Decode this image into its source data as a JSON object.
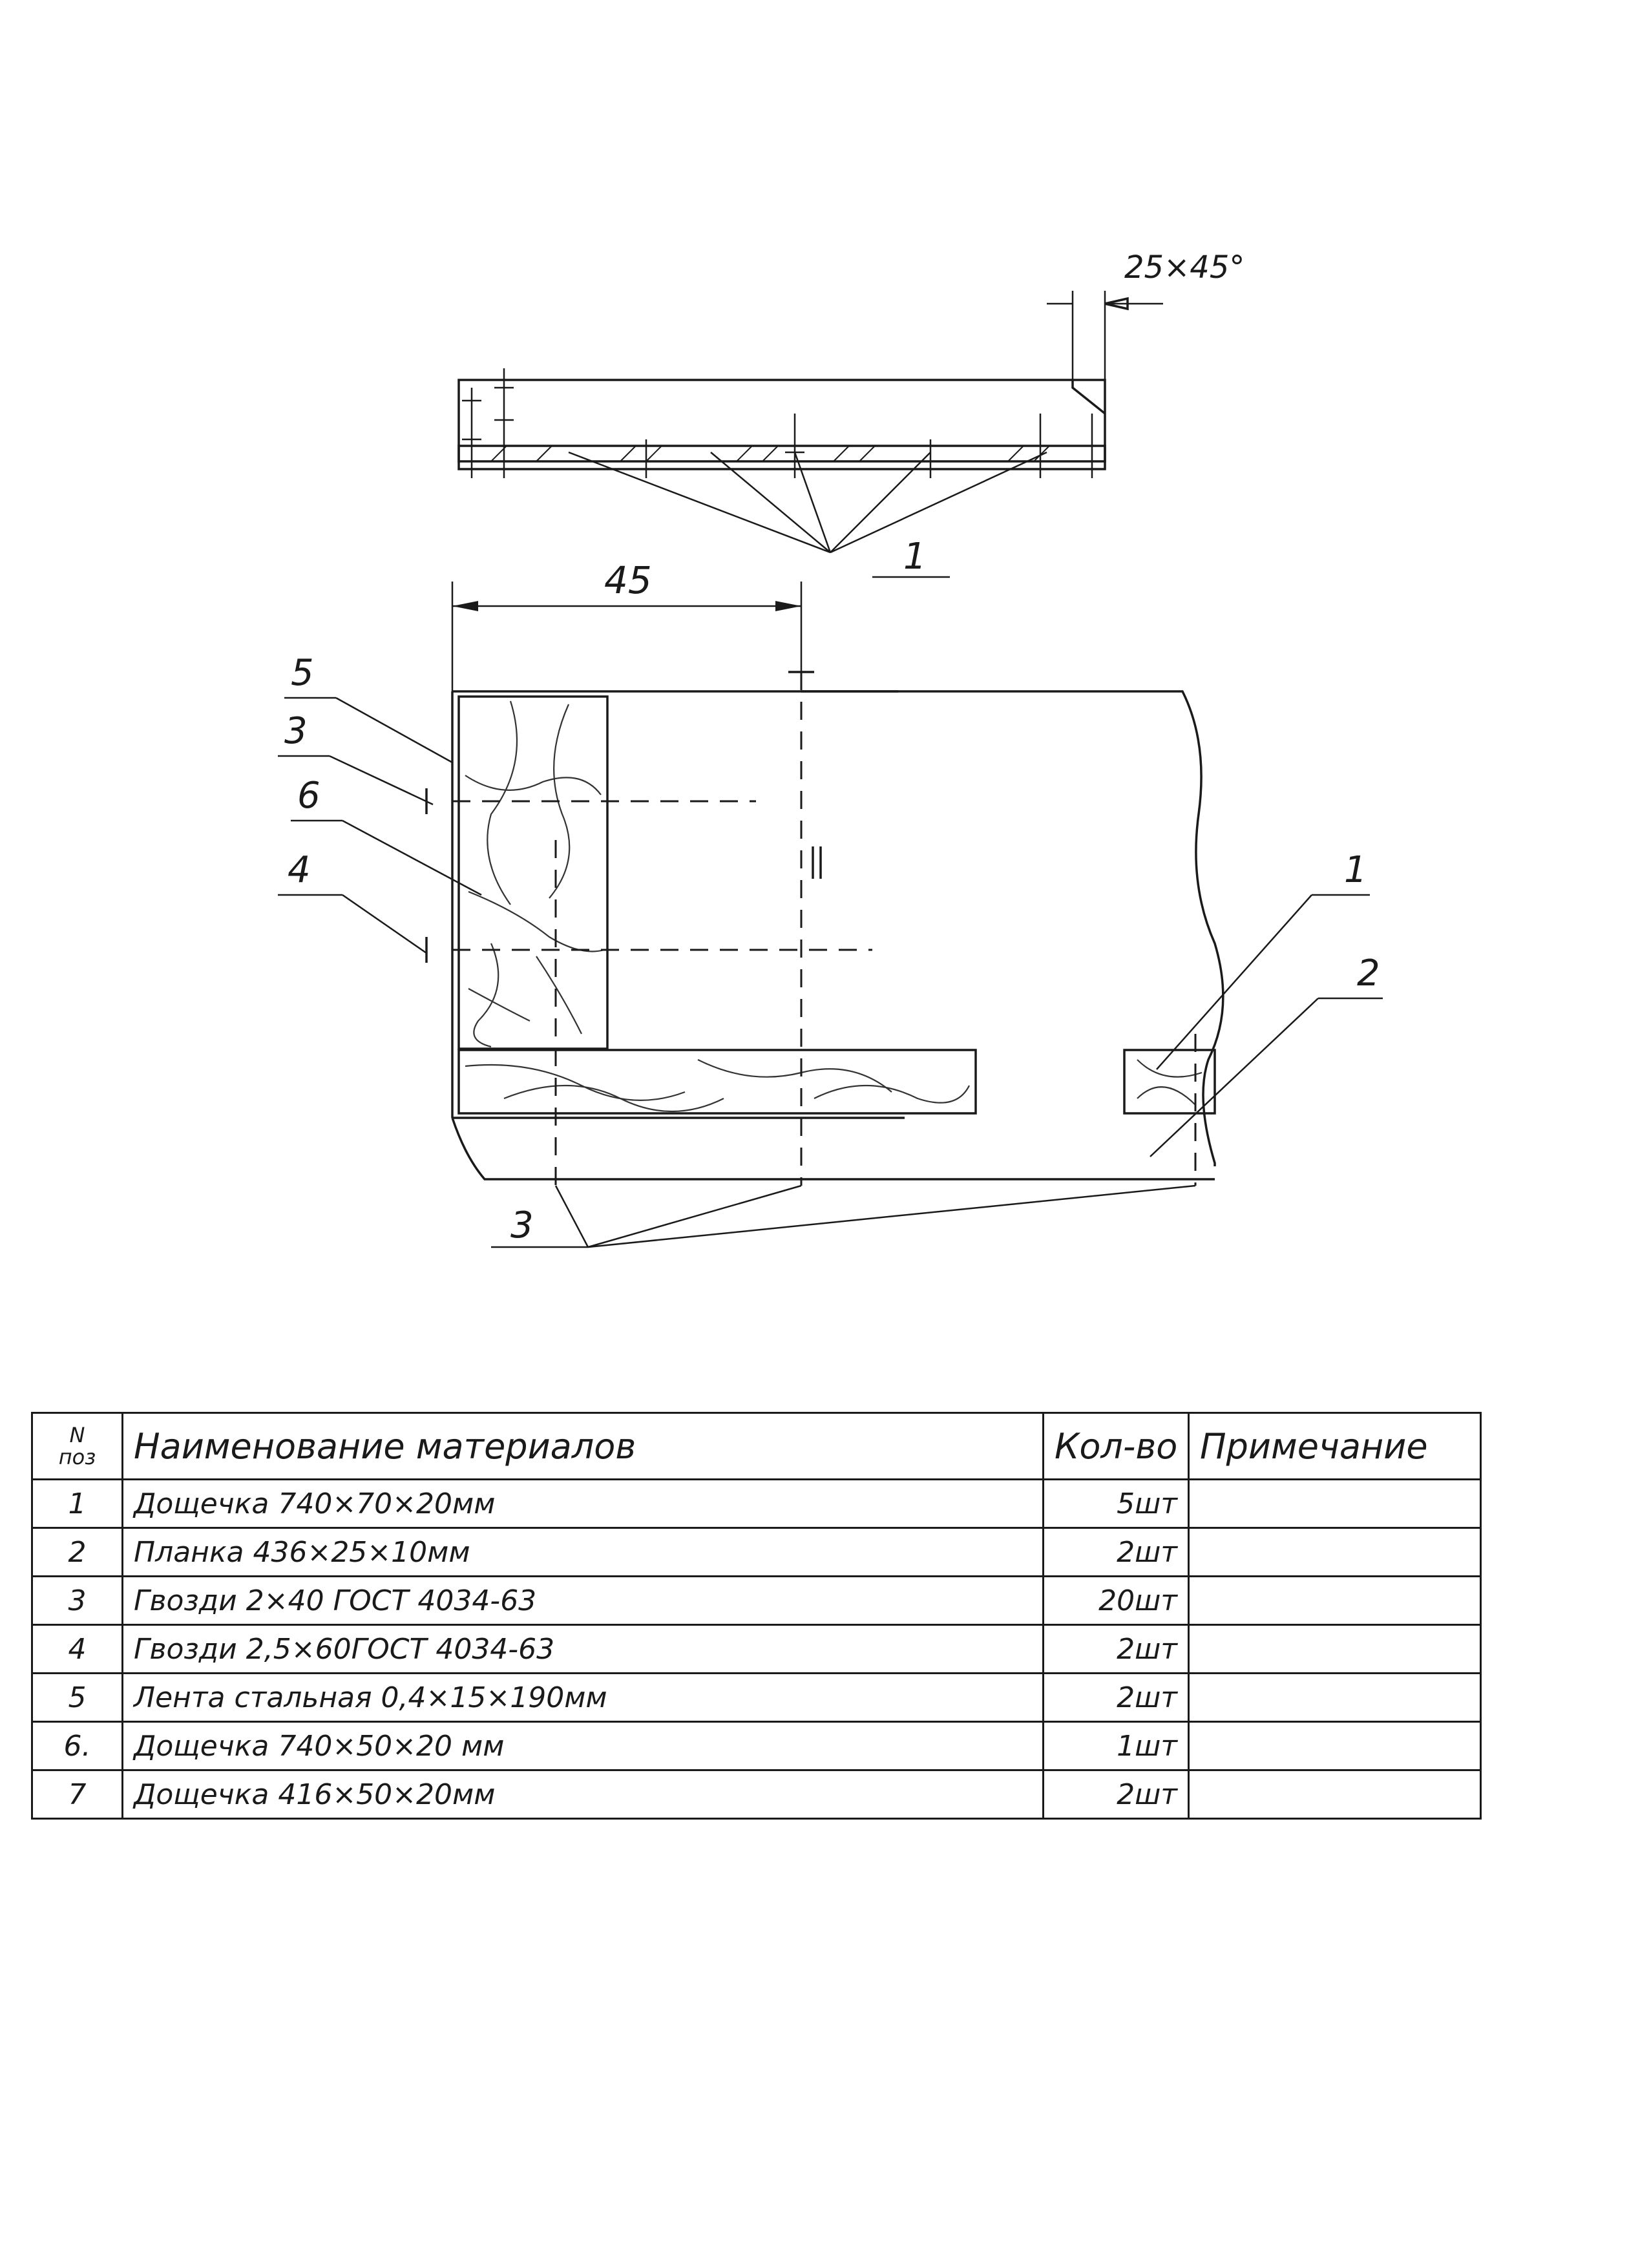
{
  "drawing": {
    "chamfer_label": "25×45°",
    "dimension_45": "45",
    "callouts": [
      "1",
      "5",
      "3",
      "6",
      "4",
      "1",
      "2",
      "3"
    ]
  },
  "table": {
    "headers": {
      "pos_line1": "N",
      "pos_line2": "поз",
      "name": "Наименование материалов",
      "qty": "Кол-во",
      "note": "Примечание"
    },
    "rows": [
      {
        "pos": "1",
        "name": "Дощечка   740×70×20мм",
        "qty": "5шт",
        "note": ""
      },
      {
        "pos": "2",
        "name": "Планка      436×25×10мм",
        "qty": "2шт",
        "note": ""
      },
      {
        "pos": "3",
        "name": "Гвозди       2×40  ГОСТ 4034-63",
        "qty": "20шт",
        "note": ""
      },
      {
        "pos": "4",
        "name": "Гвозди       2,5×60ГОСТ  4034-63",
        "qty": "2шт",
        "note": ""
      },
      {
        "pos": "5",
        "name": "Лента    стальная 0,4×15×190мм",
        "qty": "2шт",
        "note": ""
      },
      {
        "pos": "6.",
        "name": "Дощечка 740×50×20 мм",
        "qty": "1шт",
        "note": ""
      },
      {
        "pos": "7",
        "name": "Дощечка 416×50×20мм",
        "qty": "2шт",
        "note": ""
      }
    ]
  }
}
